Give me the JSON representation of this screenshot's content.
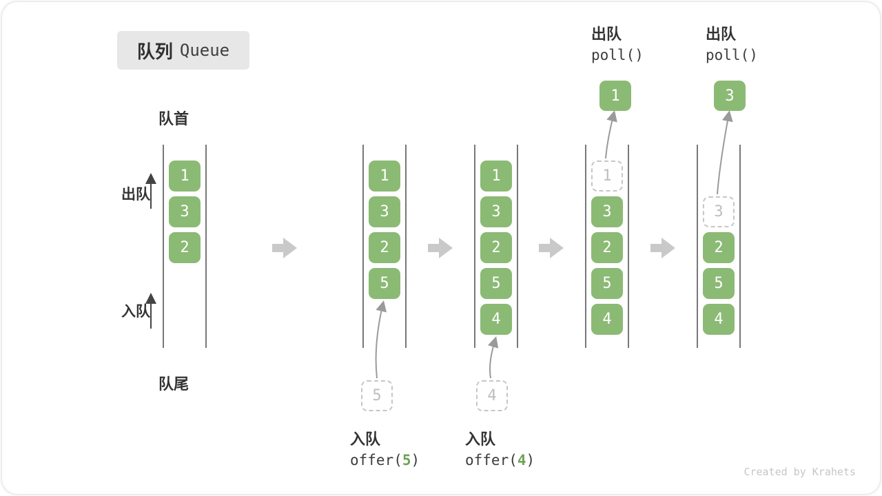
{
  "title": {
    "zh": "队列",
    "en": "Queue"
  },
  "side_labels": {
    "front": "队首",
    "rear": "队尾",
    "dequeue": "出队",
    "enqueue": "入队"
  },
  "colors": {
    "cell_green": "#8bba74",
    "code_green": "#6fa356",
    "ghost_gray": "#c6c6c6",
    "arrow_gray": "#c9c9c9",
    "panel_gray": "#e7e7e7"
  },
  "states": [
    {
      "cells": [
        "1",
        "3",
        "2"
      ]
    },
    {
      "cells": [
        "1",
        "3",
        "2",
        "5"
      ],
      "incoming_value": "5",
      "op_label": "入队",
      "op_code_prefix": "offer(",
      "op_code_arg": "5",
      "op_code_suffix": ")"
    },
    {
      "cells": [
        "1",
        "3",
        "2",
        "5",
        "4"
      ],
      "incoming_value": "4",
      "op_label": "入队",
      "op_code_prefix": "offer(",
      "op_code_arg": "4",
      "op_code_suffix": ")"
    },
    {
      "cells": [
        "3",
        "2",
        "5",
        "4"
      ],
      "ghost_value": "1",
      "out_value": "1",
      "op_label": "出队",
      "op_code": "poll()"
    },
    {
      "cells": [
        "2",
        "5",
        "4"
      ],
      "ghost_value": "3",
      "out_value": "3",
      "op_label": "出队",
      "op_code": "poll()"
    }
  ],
  "watermark": "Created by Krahets"
}
